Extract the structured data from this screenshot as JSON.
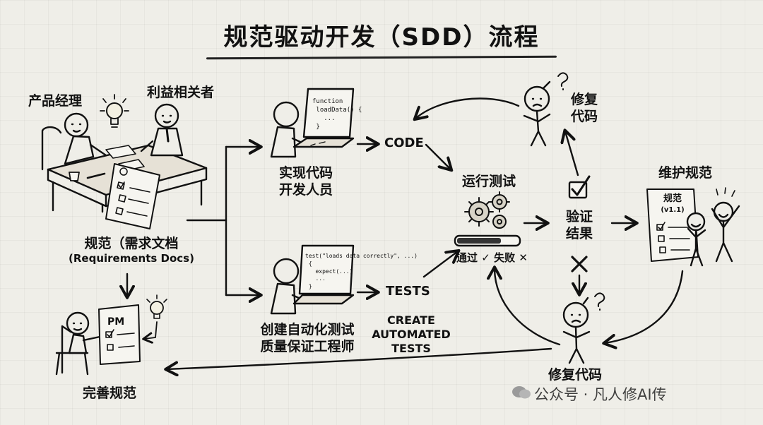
{
  "title": "规范驱动开发（SDD）流程",
  "labels": {
    "pm": "产品经理",
    "stakeholders": "利益相关者",
    "spec_line1": "规范（需求文档",
    "spec_line2": "(Requirements Docs)",
    "refine_spec": "完善规范",
    "pm_doc": "PM",
    "dev_line1": "实现代码",
    "dev_line2": "开发人员",
    "qa_line1": "创建自动化测试",
    "qa_line2": "质量保证工程师",
    "code": "CODE",
    "tests": "TESTS",
    "create_tests": [
      "CREATE",
      "AUTOMATED",
      "TESTS"
    ],
    "run_tests": "运行测试",
    "pass": "通过",
    "fail": "失败",
    "verify_line1": "验证",
    "verify_line2": "结果",
    "fix_top_line1": "修复",
    "fix_top_line2": "代码",
    "fix_bottom": "修复代码",
    "maintain_spec": "维护规范",
    "spec_doc_title": "规范",
    "spec_doc_version": "(v1.1)",
    "laptop_code": "function\n loadData() {\n   ...\n }",
    "test_code": "test(\"loads data correctly\", ...)\n {\n   expect(...)\n   ...\n }",
    "watermark": "公众号 · 凡人修AI传"
  }
}
